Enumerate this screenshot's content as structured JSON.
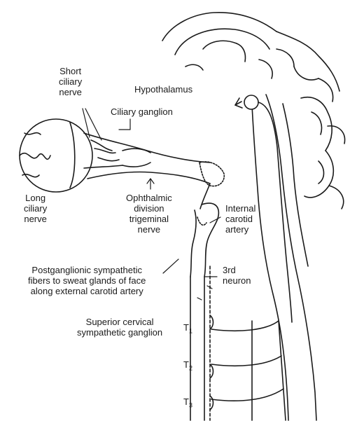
{
  "labels": {
    "short_ciliary_nerve": [
      "Short",
      "ciliary",
      "nerve"
    ],
    "hypothalamus": "Hypothalamus",
    "ciliary_ganglion": "Ciliary ganglion",
    "long_ciliary_nerve": [
      "Long",
      "ciliary",
      "nerve"
    ],
    "ophthalmic_division": [
      "Ophthalmic",
      "division",
      "trigeminal",
      "nerve"
    ],
    "internal_carotid_artery": [
      "Internal",
      "carotid",
      "artery"
    ],
    "third_neuron": [
      "3rd",
      "neuron"
    ],
    "postganglionic_fibers": [
      "Postganglionic sympathetic",
      "fibers to sweat glands of face",
      "along external carotid artery"
    ],
    "superior_cervical_ganglion": [
      "Superior cervical",
      "sympathetic ganglion"
    ],
    "t1": {
      "letter": "T",
      "num": "1"
    },
    "t2": {
      "letter": "T",
      "num": "2"
    },
    "t3": {
      "letter": "T",
      "num": "3"
    }
  }
}
